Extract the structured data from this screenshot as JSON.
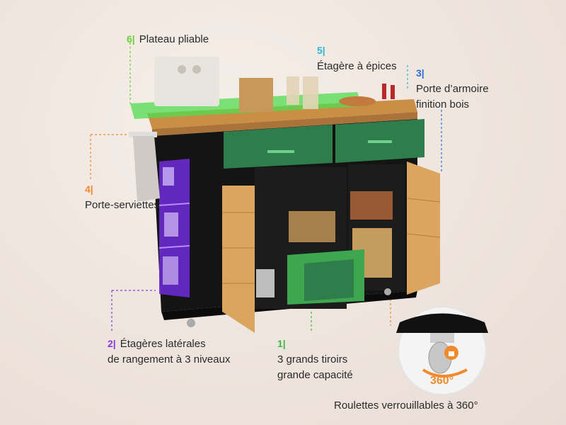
{
  "callouts": {
    "c6": {
      "num": "6|",
      "label": "Plateau pliable"
    },
    "c5": {
      "num": "5|",
      "label": "Étagère à épices"
    },
    "c3": {
      "num": "3|",
      "line1": "Porte d’armoire",
      "line2": "finition bois"
    },
    "c4": {
      "num": "4|",
      "label": "Porte-serviettes"
    },
    "c2": {
      "num": "2|",
      "line1": "Étagères latérales",
      "line2": "de rangement à 3 niveaux"
    },
    "c1": {
      "num": "1|",
      "line1": "3 grands tiroirs",
      "line2": "grande capacité"
    },
    "wheels": {
      "label": "Roulettes verrouillables à 360°"
    },
    "badge": {
      "label": "360°"
    }
  },
  "colors": {
    "wood": "#d9a55f",
    "cabinet": "#121212",
    "drawer_green": "#2f7d4a",
    "plate_green": "#4fdc4f",
    "side_purple": "#6a2ad0",
    "accent_orange": "#f08a2a"
  },
  "icons": [
    "lock-icon",
    "rotate-arrow-icon"
  ]
}
